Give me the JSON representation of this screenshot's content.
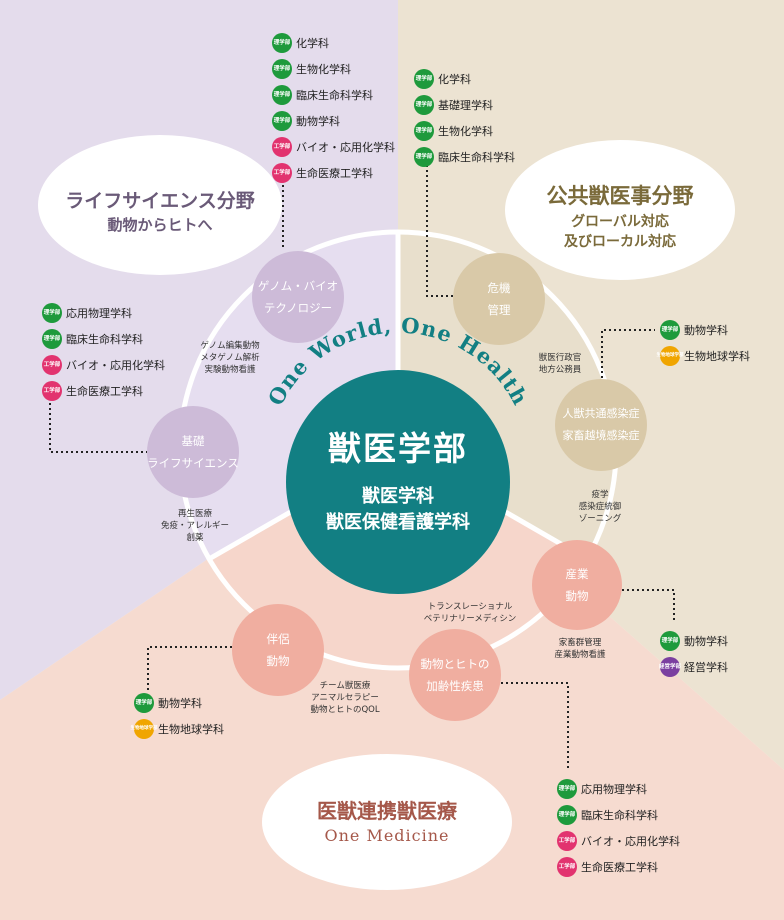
{
  "center": {
    "title": "獣医学部",
    "line1": "獣医学科",
    "line2": "獣医保健看護学科",
    "arc": "One World, One Health"
  },
  "clouds": {
    "life": {
      "line1": "ライフサイエンス分野",
      "line2": "動物からヒトへ"
    },
    "public": {
      "line1": "公共獣医事分野",
      "line2": "グローバル対応",
      "line3": "及びローカル対応"
    },
    "medicine": {
      "line1": "医獣連携獣医療",
      "line2": "One Medicine"
    }
  },
  "topics": {
    "genome": {
      "l1": "ゲノム・バイオ",
      "l2": "テクノロジー"
    },
    "kiso": {
      "l1": "基礎",
      "l2": "ライフサイエンス"
    },
    "kiki": {
      "l1": "危機",
      "l2": "管理"
    },
    "jinju": {
      "l1": "人獣共通感染症",
      "l2": "家畜越境感染症"
    },
    "sangyo": {
      "l1": "産業",
      "l2": "動物"
    },
    "hanryo": {
      "l1": "伴侶",
      "l2": "動物"
    },
    "kareisei": {
      "l1": "動物とヒトの",
      "l2": "加齢性疾患"
    }
  },
  "subs": {
    "genome": [
      "ゲノム編集動物",
      "メタゲノム解析",
      "実験動物看護"
    ],
    "kiso": [
      "再生医療",
      "免疫・アレルギー",
      "創薬"
    ],
    "kiki": [
      "獣医行政官",
      "地方公務員"
    ],
    "jinju": [
      "疫学",
      "感染症統御",
      "ゾーニング"
    ],
    "trans": [
      "トランスレーショナル",
      "ベテリナリーメディシン"
    ],
    "sangyo": [
      "家畜群管理",
      "産業動物看護"
    ],
    "hanryo": [
      "チーム獣医療",
      "アニマルセラピー",
      "動物とヒトのQOL"
    ]
  },
  "badges": {
    "rigaku": "理学部",
    "kogaku": "工学部",
    "seibutsu": "生物地球学部",
    "keiei": "経営学部"
  },
  "lists": {
    "genome": [
      {
        "b": "rigaku",
        "t": "化学科"
      },
      {
        "b": "rigaku",
        "t": "生物化学科"
      },
      {
        "b": "rigaku",
        "t": "臨床生命科学科"
      },
      {
        "b": "rigaku",
        "t": "動物学科"
      },
      {
        "b": "kogaku",
        "t": "バイオ・応用化学科"
      },
      {
        "b": "kogaku",
        "t": "生命医療工学科"
      }
    ],
    "kiki": [
      {
        "b": "rigaku",
        "t": "化学科"
      },
      {
        "b": "rigaku",
        "t": "基礎理学科"
      },
      {
        "b": "rigaku",
        "t": "生物化学科"
      },
      {
        "b": "rigaku",
        "t": "臨床生命科学科"
      }
    ],
    "kiso": [
      {
        "b": "rigaku",
        "t": "応用物理学科"
      },
      {
        "b": "rigaku",
        "t": "臨床生命科学科"
      },
      {
        "b": "kogaku",
        "t": "バイオ・応用化学科"
      },
      {
        "b": "kogaku",
        "t": "生命医療工学科"
      }
    ],
    "jinju": [
      {
        "b": "rigaku",
        "t": "動物学科"
      },
      {
        "b": "seibutsu",
        "t": "生物地球学科"
      }
    ],
    "sangyo": [
      {
        "b": "rigaku",
        "t": "動物学科"
      },
      {
        "b": "keiei",
        "t": "経営学科"
      }
    ],
    "hanryo": [
      {
        "b": "rigaku",
        "t": "動物学科"
      },
      {
        "b": "seibutsu",
        "t": "生物地球学科"
      }
    ],
    "kareisei": [
      {
        "b": "rigaku",
        "t": "応用物理学科"
      },
      {
        "b": "rigaku",
        "t": "臨床生命科学科"
      },
      {
        "b": "kogaku",
        "t": "バイオ・応用化学科"
      },
      {
        "b": "kogaku",
        "t": "生命医療工学科"
      }
    ]
  },
  "colors": {
    "purple_bg": "#e4dcec",
    "tan_bg": "#ece3d2",
    "pink_bg": "#f6dbd0",
    "purple_node": "#cdbbd8",
    "tan_node": "#d9c9a8",
    "pink_node": "#f0aea0",
    "teal": "#127f83"
  }
}
